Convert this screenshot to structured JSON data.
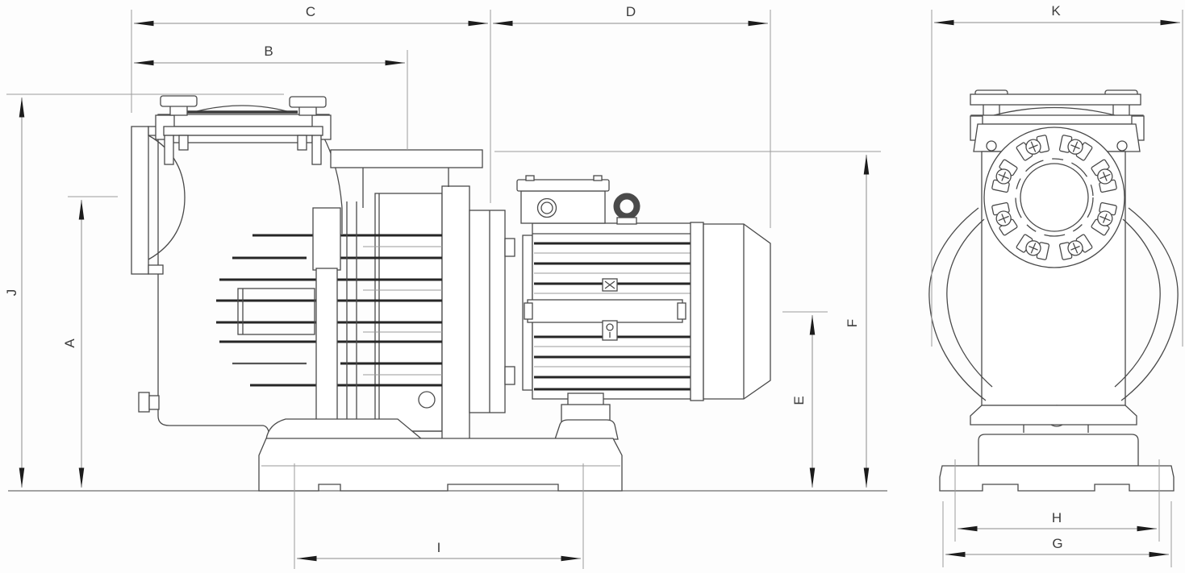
{
  "diagram": {
    "kind": "technical dimensional drawing",
    "views": [
      "pump-side-view",
      "pump-front-view"
    ]
  },
  "colors": {
    "background": "#fdfdfd",
    "outline": "#4a4a4a",
    "rib": "#262626",
    "dimension_line": "#8a8a8a",
    "arrowhead": "#1c1c1c",
    "label": "#3c3c3c"
  },
  "dimensions": {
    "C": "C",
    "B": "B",
    "D": "D",
    "J": "J",
    "A": "A",
    "E": "E",
    "F": "F",
    "I": "I",
    "K": "K",
    "H": "H",
    "G": "G"
  }
}
